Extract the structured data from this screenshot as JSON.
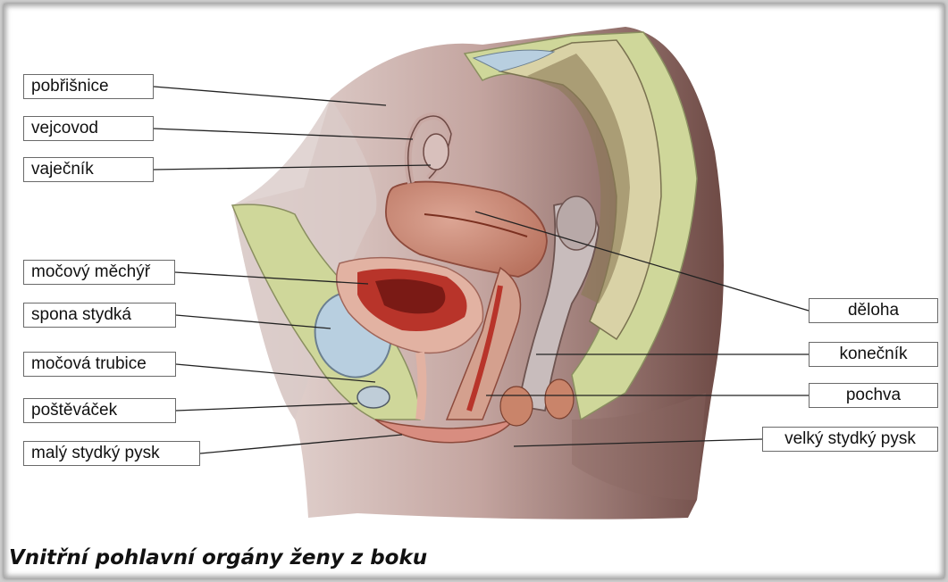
{
  "labels_left": [
    "pobřišnice",
    "vejcovod",
    "vaječník",
    "močový měchýř",
    "spona stydká",
    "močová trubice",
    "poštěváček",
    "malý stydký pysk"
  ],
  "labels_right": [
    "děloha",
    "konečník",
    "pochva",
    "velký stydký pysk"
  ],
  "caption": "Vnitřní pohlavní orgány ženy z boku",
  "colors": {
    "skin": "#c9a9a4",
    "muscle_green": "#cfd79a",
    "uterus": "#cf8f7e",
    "mucosa": "#b8342a",
    "bone_blue": "#b8cfe0",
    "bone_pattern": "#d9d2a6"
  }
}
